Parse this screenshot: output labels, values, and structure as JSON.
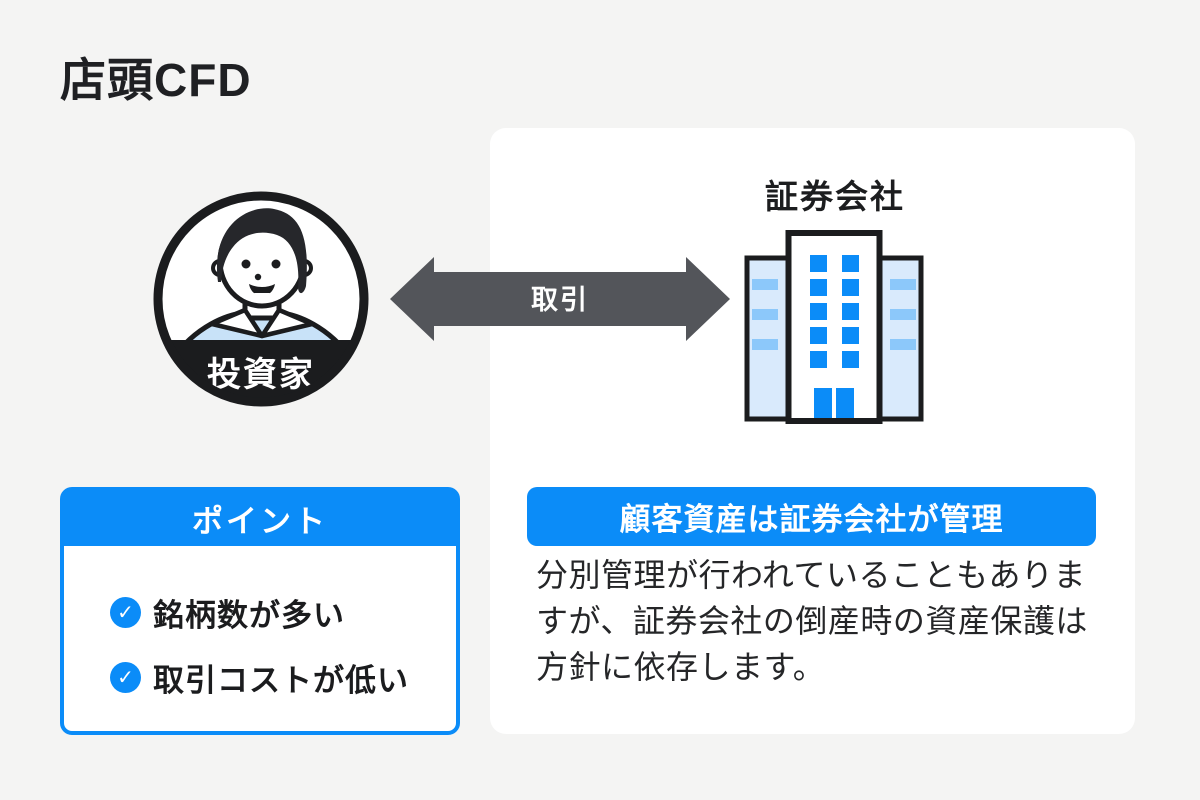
{
  "title": "店頭CFD",
  "icons": {
    "check": "✓"
  },
  "colors": {
    "background": "#f4f4f3",
    "card": "#ffffff",
    "brand_blue": "#0b8cf8",
    "arrow_gray": "#53555a",
    "ink": "#1c1d1f",
    "building_wing_blue": "#d9eafc",
    "building_stripe_blue": "#8cc8fa",
    "window_blue": "#0b8cf8",
    "shirt_blue": "#c8e2f8"
  },
  "diagram": {
    "investor": {
      "label": "投資家"
    },
    "arrow": {
      "label": "取引"
    },
    "securities_company": {
      "label": "証券会社"
    }
  },
  "points_card": {
    "header": "ポイント",
    "items": [
      {
        "label": "銘柄数が多い"
      },
      {
        "label": "取引コストが低い"
      }
    ]
  },
  "management_card": {
    "header": "顧客資産は証券会社が管理",
    "body": "分別管理が行われていることもありますが、証券会社の倒産時の資産保護は方針に依存します。"
  }
}
